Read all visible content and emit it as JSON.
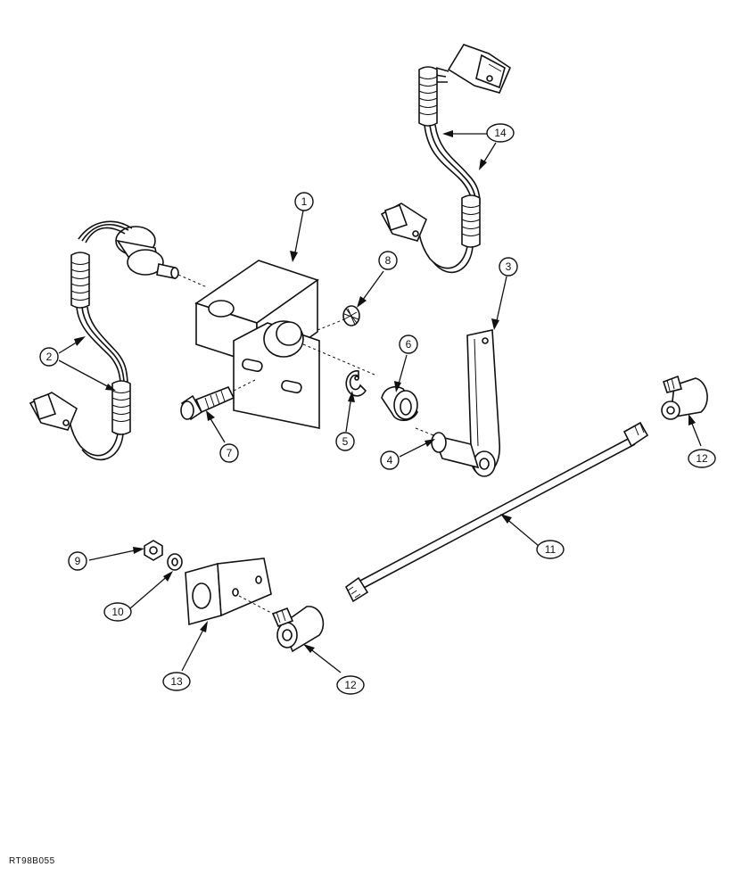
{
  "figure": {
    "code": "RT98B055"
  },
  "callouts": [
    {
      "id": "c1",
      "label": "1"
    },
    {
      "id": "c2",
      "label": "2"
    },
    {
      "id": "c3",
      "label": "3"
    },
    {
      "id": "c4",
      "label": "4"
    },
    {
      "id": "c5",
      "label": "5"
    },
    {
      "id": "c6",
      "label": "6"
    },
    {
      "id": "c7",
      "label": "7"
    },
    {
      "id": "c8",
      "label": "8"
    },
    {
      "id": "c9",
      "label": "9"
    },
    {
      "id": "c10",
      "label": "10"
    },
    {
      "id": "c11",
      "label": "11"
    },
    {
      "id": "c12a",
      "label": "12"
    },
    {
      "id": "c12b",
      "label": "12"
    },
    {
      "id": "c13",
      "label": "13"
    },
    {
      "id": "c14",
      "label": "14"
    }
  ],
  "parts": [
    {
      "name": "mounting-bracket"
    },
    {
      "name": "sensor-harness"
    },
    {
      "name": "lever"
    },
    {
      "name": "lever-shaft"
    },
    {
      "name": "e-clip"
    },
    {
      "name": "bushing"
    },
    {
      "name": "bolt"
    },
    {
      "name": "push-nut"
    },
    {
      "name": "nut"
    },
    {
      "name": "washer"
    },
    {
      "name": "rod"
    },
    {
      "name": "ball-joint"
    },
    {
      "name": "support-bracket"
    },
    {
      "name": "connector-harness"
    }
  ]
}
